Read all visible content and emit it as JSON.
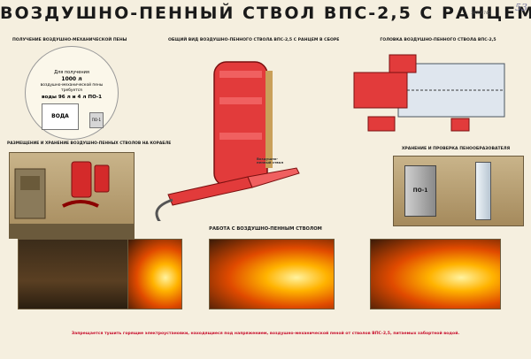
{
  "title": "ВОЗДУШНО-ПЕННЫЙ СТВОЛ ВПС-2,5 С РАНЦЕМ",
  "page_number": "53",
  "stamp": "3000/9745",
  "sections": {
    "foam_intake": "ПОЛУЧЕНИЕ ВОЗДУШНО-МЕХАНИЧЕСКОЙ ПЕНЫ",
    "general_view": "ОБЩИЙ ВИД ВОЗДУШНО-ПЕННОГО СТВОЛА ВПС-2,5 С РАНЦЕМ В СБОРЕ",
    "nozzle_head": "ГОЛОВКА ВОЗДУШНО-ПЕННОГО СТВОЛА ВПС-2,5",
    "storage": "РАЗМЕЩЕНИЕ И ХРАНЕНИЕ ВОЗДУШНО-ПЕННЫХ СТВОЛОВ НА КОРАБЛЕ",
    "foamer_storage": "ХРАНЕНИЕ И ПРОВЕРКА ПЕНООБРАЗОВАТЕЛЯ",
    "work": "РАБОТА С ВОЗДУШНО-ПЕННЫМ СТВОЛОМ"
  },
  "circle": {
    "line1": "Для получения",
    "line2": "1000 л",
    "line3": "воздушно-механической пены",
    "line4": "требуется",
    "line5": "воды 96 л и 4 л ПО-1",
    "box_label": "ВОДА",
    "can_label": "ПО-1"
  },
  "can_label_large": "ПО-1",
  "labels": {
    "pipe": "Воздушно-пенный ствол"
  },
  "footer": "Запрещается тушить горящие электроустановки, находящиеся под напряжением, воздушно-механической пеной от стволов ВПС-2,5, питаемых забортной водой.",
  "colors": {
    "red": "#c8102e",
    "bg": "#f5efdf"
  }
}
